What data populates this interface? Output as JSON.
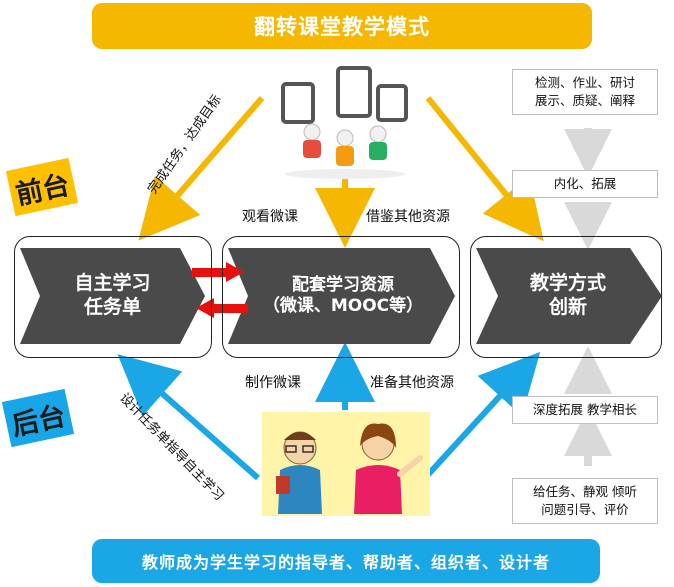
{
  "title": "翻转课堂教学模式",
  "footer": "教师成为学生学习的指导者、帮助者、组织者、设计者",
  "tags": {
    "front": "前台",
    "back": "后台"
  },
  "boxes": {
    "self_study": {
      "line1": "自主学习",
      "line2": "任务单"
    },
    "resources": {
      "line1": "配套学习资源",
      "line2": "（微课、MOOC等）"
    },
    "teaching": {
      "line1": "教学方式",
      "line2": "创新"
    }
  },
  "labels": {
    "watch_micro": "观看微课",
    "borrow_resources": "借鉴其他资源",
    "make_micro": "制作微课",
    "prepare_resources": "准备其他资源",
    "complete_tasks": "完成任务，达成目标",
    "design_tasks": "设计任务单指导自主学习"
  },
  "right_notes": {
    "top": [
      "检测、作业、研讨",
      "展示、质疑、阐释"
    ],
    "middle": "内化、拓展",
    "lower": "深度拓展 教学相长",
    "bottom": [
      "给任务、静观 倾听",
      "问题引导、评价"
    ]
  },
  "colors": {
    "orange": "#F5B700",
    "blue": "#1BA6E6",
    "chevron": "#4A4A4A",
    "red": "#E8100C",
    "gray_arrow": "#D9D9D9"
  }
}
